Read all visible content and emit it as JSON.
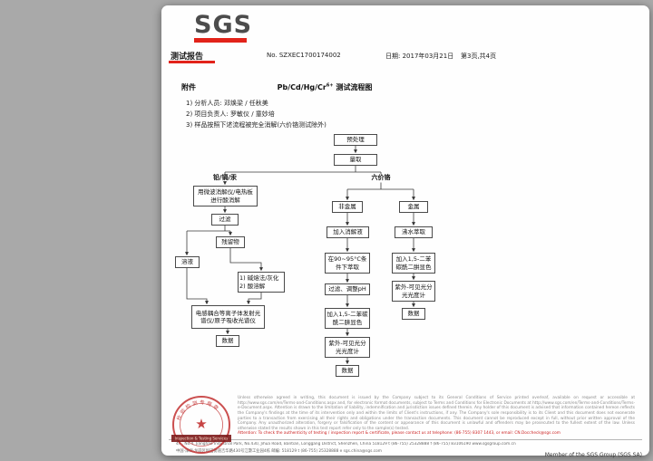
{
  "logo": {
    "text": "SGS"
  },
  "header": {
    "title": "测试报告",
    "report_no": "No. SZXEC1700174002",
    "date_label": "日期: 2017年03月21日",
    "page_info": "第3页,共4页"
  },
  "attachment_label": "附件",
  "title": {
    "prefix": "Pb/Cd/Hg/Cr",
    "sup": "6+",
    "suffix": " 测试流程图"
  },
  "notes": [
    "1)  分析人员: 邓焕梁 / 任秋美",
    "2)  项目负责人: 罗敏仪 / 童妙培",
    "3)  样品按照下述流程被完全消解(六价铬测试除外)"
  ],
  "flowchart": {
    "branch_left": "铅/镉/汞",
    "branch_right": "六价铬",
    "nodes": {
      "pretreatment": "预处理",
      "measure": "量取",
      "acid_digestion": "用微波消解仪/电热板进行酸消解",
      "filter": "过滤",
      "solution": "溶液",
      "residue": "残留物",
      "alkali_fusion": "1) 碱熔法/灰化\n2) 酸溶解",
      "icp_aas": "电感耦合等离子体发射光谱仪/原子吸收光谱仪",
      "data_left": "数据",
      "nonmetal": "非金属",
      "metal": "金属",
      "add_digestion_solution": "加入消解液",
      "extract_90_95": "在90~95°C条件下萃取",
      "filter_adjust_ph": "过滤、调整pH",
      "add_dpc_nonmetal": "加入1,5-二苯碳酰二肼显色",
      "uv_vis_nonmetal": "紫外-可见光分光光度计",
      "data_nonmetal": "数据",
      "boiling_water_extraction": "沸水萃取",
      "add_dpc_metal": "加入1,5-二苯碳酰二肼显色",
      "uv_vis_metal": "紫外-可见光分光光度计",
      "data_metal": "数据"
    }
  },
  "stamp": {
    "ring_text": "检验检测专用章",
    "band_text": "Inspection & Testing Services",
    "star": "★"
  },
  "footer": {
    "disclaimer": "Unless otherwise agreed in writing, this document is issued by the Company subject to its General Conditions of Service printed overleaf, available on request or accessible at http://www.sgs.com/en/Terms-and-Conditions.aspx and, for electronic format documents, subject to Terms and Conditions for Electronic Documents at http://www.sgs.com/en/Terms-and-Conditions/Terms-e-Document.aspx. Attention is drawn to the limitation of liability, indemnification and jurisdiction issues defined therein. Any holder of this document is advised that information contained hereon reflects the Company's findings at the time of its intervention only and within the limits of Client's instructions, if any. The Company's sole responsibility is to its Client and this document does not exonerate parties to a transaction from exercising all their rights and obligations under the transaction documents. This document cannot be reproduced except in full, without prior written approval of the Company. Any unauthorized alteration, forgery or falsification of the content or appearance of this document is unlawful and offenders may be prosecuted to the fullest extent of the law. Unless otherwise stated the results shown in this test report refer only to the sample(s) tested.",
    "attention": "Attention: To check the authenticity of testing / inspection report & certificate, please contact us at telephone: (86-755) 8307 1443, or email: CN.Doccheck@sgs.com",
    "address_en": "4/F, No.4, Jianghao Industrial Park, No.430, Jihua Road, Bantian, Longgang District, Shenzhen, China 518129    t (86-755) 25328888    f (86-755) 83106190    www.sgsgroup.com.cn",
    "address_cn": "中国·深圳·龙岗区坂田街道吉华路430号江灏工业园4栋    邮编: 518129    t (86-755) 25328888    e sgs.china@sgs.com",
    "member": "Member of the SGS Group (SGS SA)"
  }
}
